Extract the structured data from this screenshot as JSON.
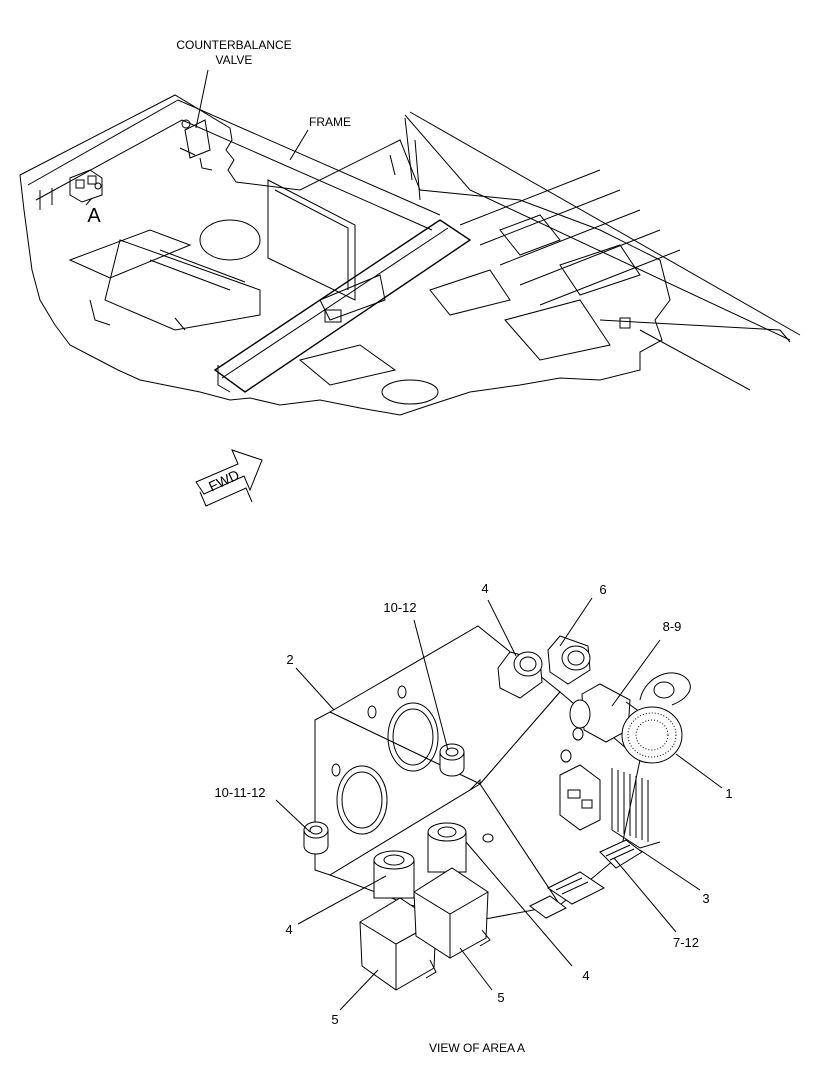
{
  "overview": {
    "labels": {
      "counterbalance_line1": "COUNTERBALANCE",
      "counterbalance_line2": "VALVE",
      "frame": "FRAME",
      "area_marker": "A",
      "fwd": "FWD"
    }
  },
  "detail": {
    "callouts": {
      "c1": "1",
      "c2": "2",
      "c3": "3",
      "c4_top": "4",
      "c4_left": "4",
      "c4_bottom": "4",
      "c5_right": "5",
      "c5_left": "5",
      "c6": "6",
      "c7_12": "7-12",
      "c8_9": "8-9",
      "c10_12": "10-12",
      "c10_11_12": "10-11-12"
    },
    "caption": "VIEW OF AREA  A"
  }
}
